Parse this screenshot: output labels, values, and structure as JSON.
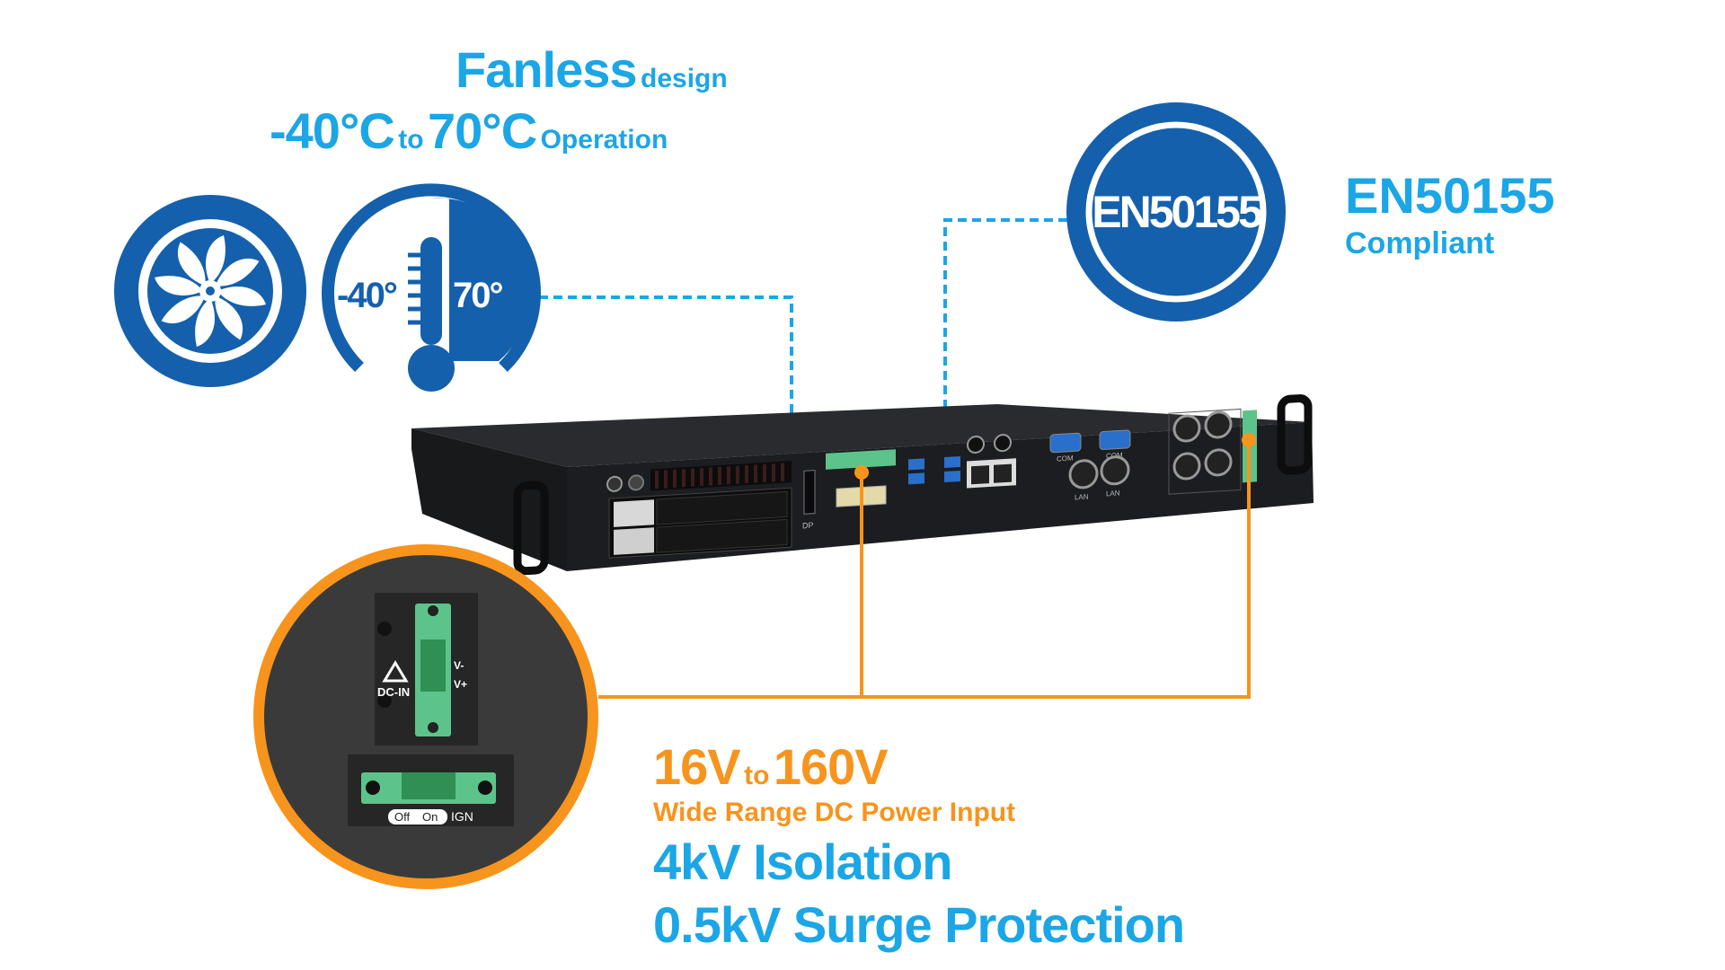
{
  "fanless": {
    "main": "Fanless",
    "suffix": "design"
  },
  "temperature": {
    "low": "-40°C",
    "to": "to",
    "high": "70°C",
    "suffix": "Operation"
  },
  "thermo_icon": {
    "low": "-40°",
    "high": "70°"
  },
  "certification": {
    "badge": "EN50155",
    "title": "EN50155",
    "subtitle": "Compliant"
  },
  "power": {
    "low": "16V",
    "to": "to",
    "high": "160V",
    "subtitle": "Wide Range DC Power Input"
  },
  "isolation": "4kV Isolation",
  "surge": "0.5kV Surge Protection",
  "inset": {
    "dc_label": "DC-IN",
    "pins": [
      "V-",
      "V+"
    ],
    "switch_off": "Off",
    "switch_on": "On",
    "ign": "IGN"
  },
  "device_labels": {
    "dp": "DP",
    "com": "COM",
    "lan": "LAN"
  },
  "colors": {
    "text_blue": "#1ba6e6",
    "icon_blue": "#1560ac",
    "orange": "#f7941d",
    "device": "#1c1d20",
    "terminal_green": "#5cc48a"
  }
}
